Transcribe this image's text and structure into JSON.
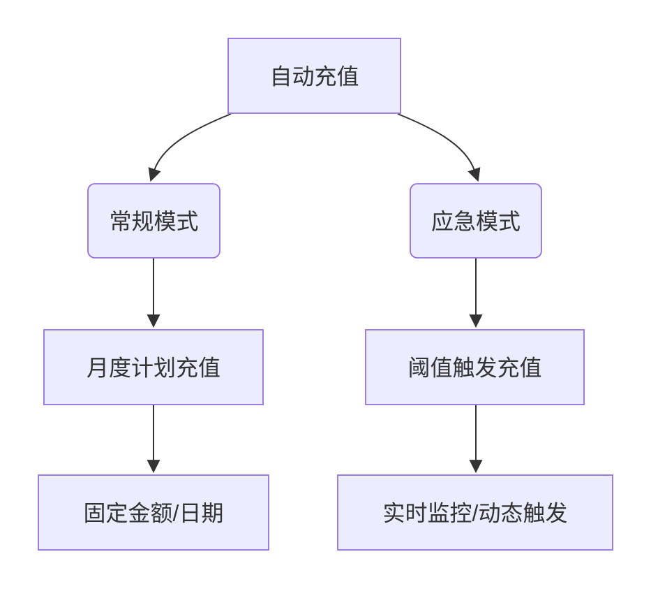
{
  "diagram": {
    "type": "flowchart",
    "direction": "top-down",
    "nodes": [
      {
        "id": "root",
        "label": "自动充值",
        "shape": "rectangle"
      },
      {
        "id": "regular",
        "label": "常规模式",
        "shape": "rounded"
      },
      {
        "id": "emergency",
        "label": "应急模式",
        "shape": "rounded"
      },
      {
        "id": "monthly",
        "label": "月度计划充值",
        "shape": "rectangle"
      },
      {
        "id": "threshold",
        "label": "阈值触发充值",
        "shape": "rectangle"
      },
      {
        "id": "fixed",
        "label": "固定金额/日期",
        "shape": "rectangle"
      },
      {
        "id": "realtime",
        "label": "实时监控/动态触发",
        "shape": "rectangle"
      }
    ],
    "edges": [
      {
        "from": "root",
        "to": "regular"
      },
      {
        "from": "root",
        "to": "emergency"
      },
      {
        "from": "regular",
        "to": "monthly"
      },
      {
        "from": "emergency",
        "to": "threshold"
      },
      {
        "from": "monthly",
        "to": "fixed"
      },
      {
        "from": "threshold",
        "to": "realtime"
      }
    ],
    "colors": {
      "node_fill": "#ECECFF",
      "node_border": "#9370DB",
      "edge": "#333333",
      "text": "#333333",
      "background": "#ffffff"
    }
  }
}
